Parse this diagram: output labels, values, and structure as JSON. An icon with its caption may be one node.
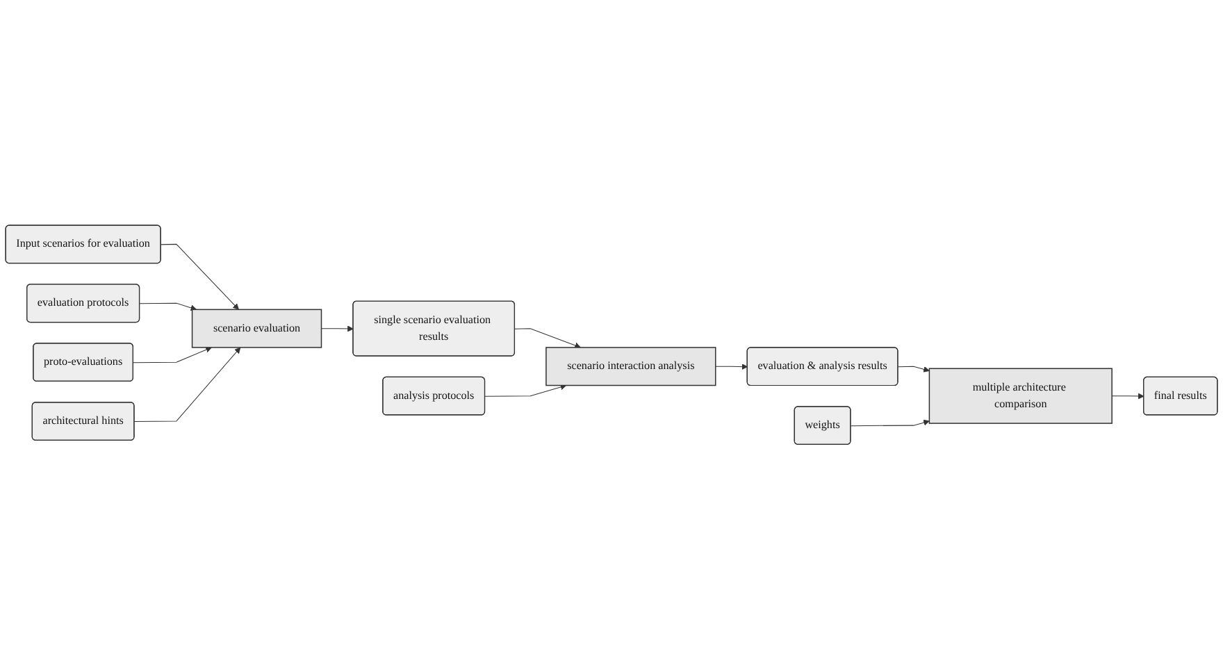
{
  "diagram": {
    "nodes": [
      {
        "text": [
          "Input scenarios for evaluation"
        ]
      },
      {
        "text": [
          "scenario evaluation"
        ]
      },
      {
        "text": [
          "evaluation protocols"
        ]
      },
      {
        "text": [
          "proto-evaluations"
        ]
      },
      {
        "text": [
          "architectural hints"
        ]
      },
      {
        "text": [
          "single scenario evaluation results"
        ]
      },
      {
        "text": [
          "scenario interaction analysis"
        ]
      },
      {
        "text": [
          "evaluation & analysis results"
        ]
      },
      {
        "text": [
          "multiple architecture comparison"
        ]
      },
      {
        "text": [
          "final results"
        ]
      },
      {
        "text": [
          "analysis protocols"
        ]
      },
      {
        "text": [
          "weights"
        ]
      }
    ],
    "edges": [
      {
        "from": 0,
        "to": 1,
        "arrow": "to"
      },
      {
        "from": 2,
        "to": 1,
        "arrow": "to"
      },
      {
        "from": 3,
        "to": 1,
        "arrow": "to"
      },
      {
        "from": 4,
        "to": 1,
        "arrow": "to"
      },
      {
        "from": 1,
        "to": 5,
        "arrow": "to"
      },
      {
        "from": 5,
        "to": 6,
        "arrow": "to"
      },
      {
        "from": 10,
        "to": 6,
        "arrow": "to"
      },
      {
        "from": 6,
        "to": 7,
        "arrow": "to"
      },
      {
        "from": 7,
        "to": 8,
        "arrow": "to"
      },
      {
        "from": 11,
        "to": 8,
        "arrow": "to"
      },
      {
        "from": 8,
        "to": 9,
        "arrow": "to"
      }
    ]
  }
}
